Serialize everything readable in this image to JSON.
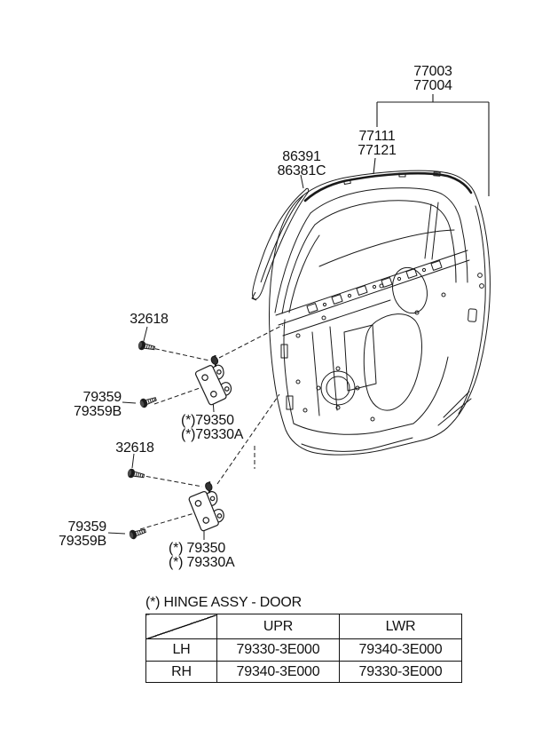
{
  "diagram": {
    "title_hint": "Panel - Rear Door (parts diagram)",
    "colors": {
      "line": "#1a1a1a",
      "background": "#ffffff"
    },
    "callouts": {
      "panel_assy": {
        "l1": "77003",
        "l2": "77004"
      },
      "panel_outer": {
        "l1": "77111",
        "l2": "77121"
      },
      "tape": {
        "l1": "86391",
        "l2": "86381C"
      },
      "screw_upper": {
        "l1": "32618"
      },
      "screw_lower": {
        "l1": "32618"
      },
      "bolt_upper": {
        "l1": "79359",
        "l2": "79359B"
      },
      "bolt_lower": {
        "l1": "79359",
        "l2": "79359B"
      },
      "hinge_upper": {
        "l1": "(*)79350",
        "l2": "(*)79330A"
      },
      "hinge_lower": {
        "l1": "(*) 79350",
        "l2": "(*) 79330A"
      }
    },
    "note": "(*) HINGE ASSY - DOOR",
    "table": {
      "headers": [
        "UPR",
        "LWR"
      ],
      "rows": [
        {
          "label": "LH",
          "upr": "79330-3E000",
          "lwr": "79340-3E000"
        },
        {
          "label": "RH",
          "upr": "79340-3E000",
          "lwr": "79330-3E000"
        }
      ]
    }
  }
}
